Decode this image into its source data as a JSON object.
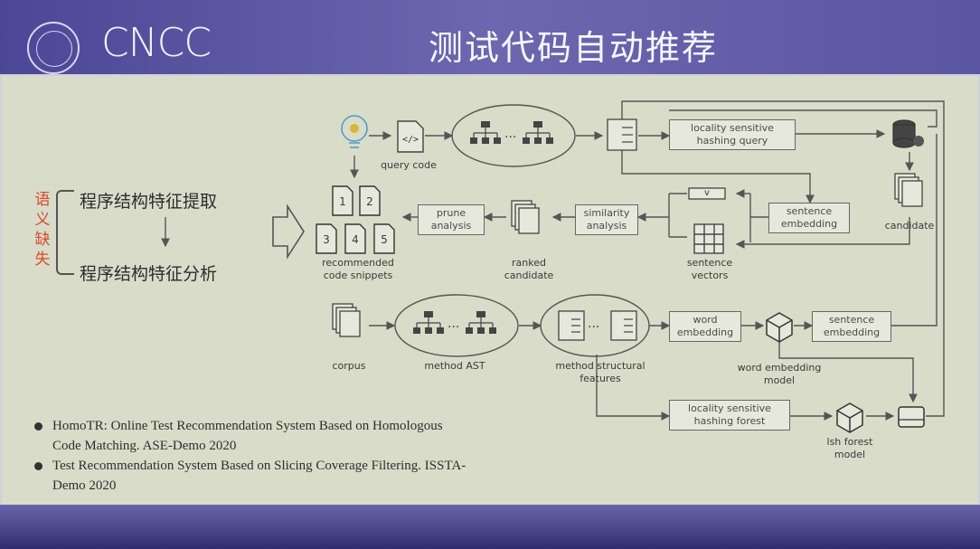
{
  "header": {
    "logo": "CNCC",
    "title": "测试代码自动推荐"
  },
  "left": {
    "red_chars": [
      "语",
      "义",
      "缺",
      "失"
    ],
    "items": [
      "程序结构特征提取",
      "程序结构特征分析"
    ]
  },
  "diagram": {
    "query_code": "query code",
    "recommended": "recommended\ncode snippets",
    "prune": "prune\nanalysis",
    "ranked": "ranked\ncandidate",
    "similarity": "similarity\nanalysis",
    "lsh_query": "locality sensitive\nhashing query",
    "sentence_embedding_top": "sentence\nembedding",
    "v": "v",
    "sentence_vectors": "sentence\nvectors",
    "candidate": "candidate",
    "corpus": "corpus",
    "method_ast": "method AST",
    "method_features": "method structural\nfeatures",
    "word_embedding": "word\nembedding",
    "sentence_embedding_mid": "sentence\nembedding",
    "word_embedding_model": "word embedding\nmodel",
    "lsh_forest": "locality sensitive\nhashing forest",
    "lsh_forest_model": "lsh forest\nmodel",
    "snippet_numbers": [
      "1",
      "2",
      "3",
      "4",
      "5"
    ]
  },
  "references": [
    "HomoTR: Online Test Recommendation System Based on Homologous Code Matching. ASE-Demo 2020",
    "Test Recommendation System Based on Slicing Coverage Filtering. ISSTA-Demo 2020"
  ],
  "colors": {
    "accent_red": "#d84a2d",
    "header": "#5b56a1",
    "panel": "#d8dcc9"
  }
}
